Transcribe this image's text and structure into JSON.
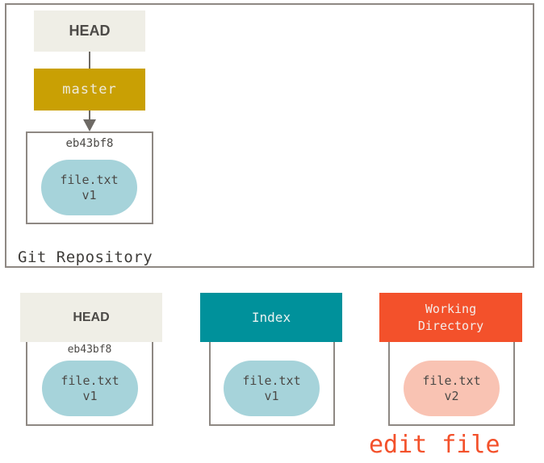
{
  "diagram": {
    "repository": {
      "label": "Git Repository",
      "head_label": "HEAD",
      "branch_label": "master",
      "commit": {
        "id": "eb43bf8",
        "file_name": "file.txt",
        "file_version": "v1"
      }
    },
    "columns": [
      {
        "title": "HEAD",
        "commit_id": "eb43bf8",
        "file_name": "file.txt",
        "file_version": "v1"
      },
      {
        "title": "Index",
        "file_name": "file.txt",
        "file_version": "v1"
      },
      {
        "title": "Working\nDirectory",
        "file_name": "file.txt",
        "file_version": "v2"
      }
    ],
    "annotation": "edit file"
  },
  "colors": {
    "head_box_bg": "#efeee6",
    "master_branch_bg": "#c9a004",
    "index_header_bg": "#00919b",
    "working_dir_header_bg": "#f3512b",
    "file_v1_pill": "#a6d3da",
    "file_v2_pill": "#f9c3b3",
    "box_border": "#8e8883",
    "arrow": "#6e6a65",
    "dark_text": "#4b4946",
    "annotation_text": "#f3512b"
  }
}
